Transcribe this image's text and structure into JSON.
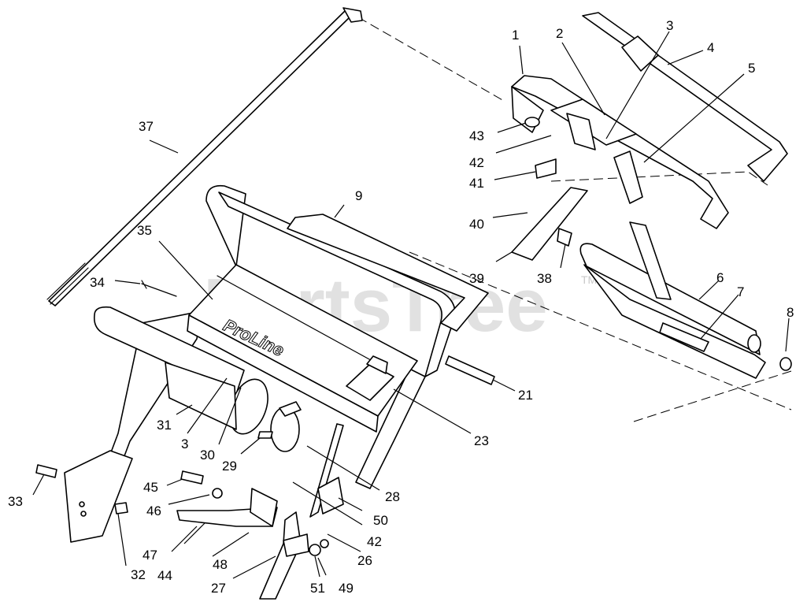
{
  "watermark": {
    "text": "PartsTree",
    "tm": "TM"
  },
  "brand_label": "ProLine",
  "callouts": {
    "n1": "1",
    "n2": "2",
    "n3a": "3",
    "n4": "4",
    "n5": "5",
    "n6": "6",
    "n7": "7",
    "n8": "8",
    "n9": "9",
    "n21": "21",
    "n23": "23",
    "n26": "26",
    "n27": "27",
    "n28": "28",
    "n29": "29",
    "n30": "30",
    "n31": "31",
    "n3b": "3",
    "n32": "32",
    "n33": "33",
    "n34": "34",
    "n35": "35",
    "n37": "37",
    "n38": "38",
    "n39": "39",
    "n40": "40",
    "n41": "41",
    "n42a": "42",
    "n42b": "42",
    "n43": "43",
    "n44": "44",
    "n45": "45",
    "n46": "46",
    "n47": "47",
    "n48": "48",
    "n49": "49",
    "n50": "50",
    "n51": "51"
  }
}
